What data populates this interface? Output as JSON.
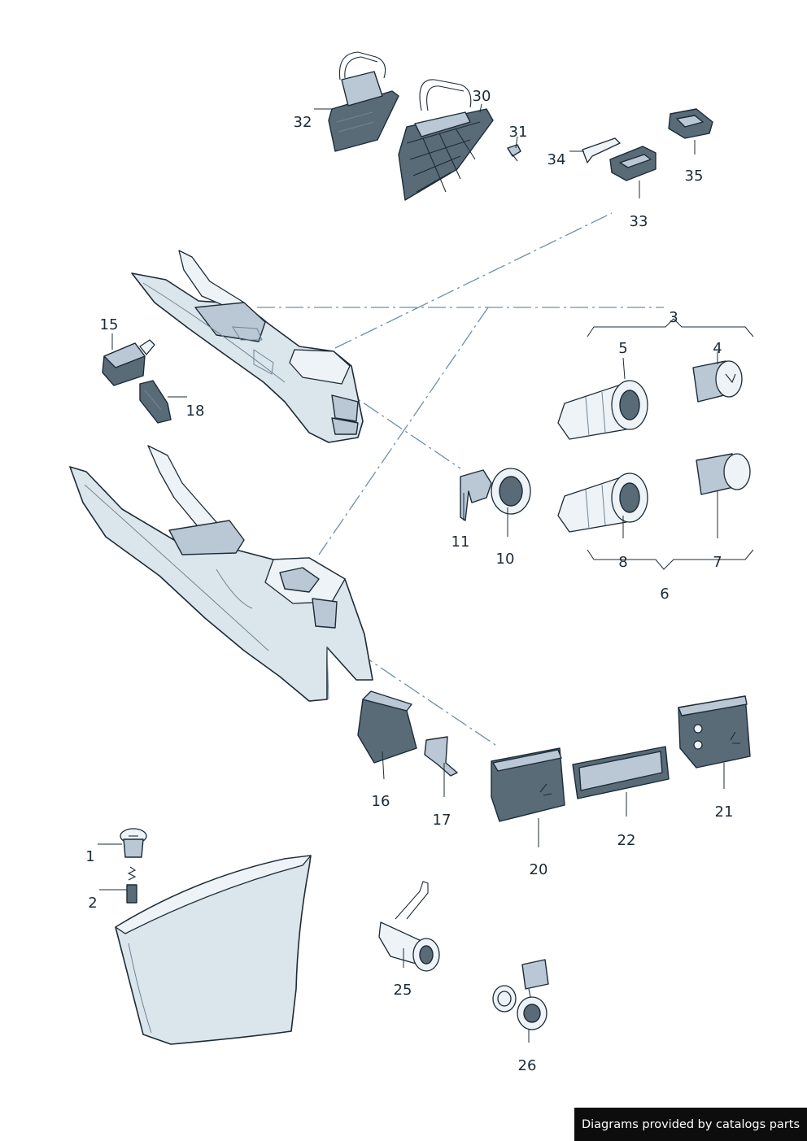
{
  "callouts": {
    "p1": "1",
    "p2": "2",
    "p3": "3",
    "p4": "4",
    "p5": "5",
    "p6": "6",
    "p7": "7",
    "p8": "8",
    "p10": "10",
    "p11": "11",
    "p15": "15",
    "p16": "16",
    "p17": "17",
    "p18": "18",
    "p20": "20",
    "p21": "21",
    "p22": "22",
    "p25": "25",
    "p26": "26",
    "p30": "30",
    "p31": "31",
    "p32": "32",
    "p33": "33",
    "p34": "34",
    "p35": "35"
  },
  "credit": "Diagrams provided by catalogs parts",
  "colors": {
    "part_fill": "#dbe5ec",
    "outline": "#1c2b36",
    "phantom_line": "#6f8fa6",
    "credit_bg": "#0d0d0d"
  }
}
